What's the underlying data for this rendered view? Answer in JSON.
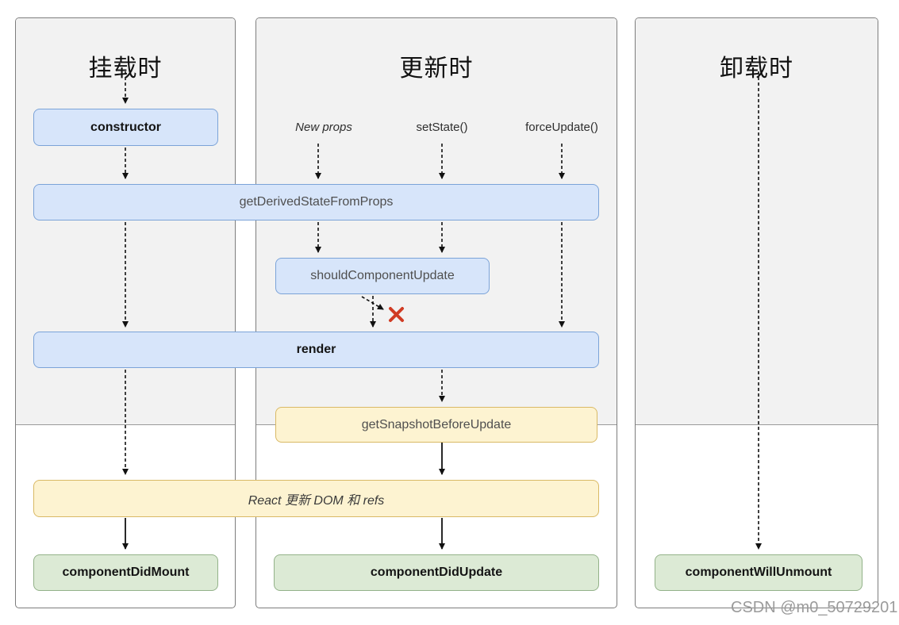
{
  "diagram": {
    "columns": [
      {
        "title": "挂载时"
      },
      {
        "title": "更新时"
      },
      {
        "title": "卸载时"
      }
    ],
    "triggers": [
      {
        "label": "New props"
      },
      {
        "label": "setState()"
      },
      {
        "label": "forceUpdate()"
      }
    ],
    "nodes": {
      "constructor": "constructor",
      "getDerivedStateFromProps": "getDerivedStateFromProps",
      "shouldComponentUpdate": "shouldComponentUpdate",
      "render": "render",
      "getSnapshotBeforeUpdate": "getSnapshotBeforeUpdate",
      "reactUpdatesDom": "React 更新 DOM 和 refs",
      "componentDidMount": "componentDidMount",
      "componentDidUpdate": "componentDidUpdate",
      "componentWillUnmount": "componentWillUnmount"
    },
    "colors": {
      "box_blue_bg": "#d7e5fa",
      "box_blue_border": "#7ba3d8",
      "box_yellow_bg": "#fdf3d1",
      "box_yellow_border": "#d9b965",
      "box_green_bg": "#dcead5",
      "box_green_border": "#93b289",
      "panel_top_bg": "#f2f2f2",
      "panel_border": "#7d7d7d",
      "arrow": "#111111",
      "cancel_x": "#d03b23"
    },
    "watermark": "CSDN @m0_50729201"
  }
}
